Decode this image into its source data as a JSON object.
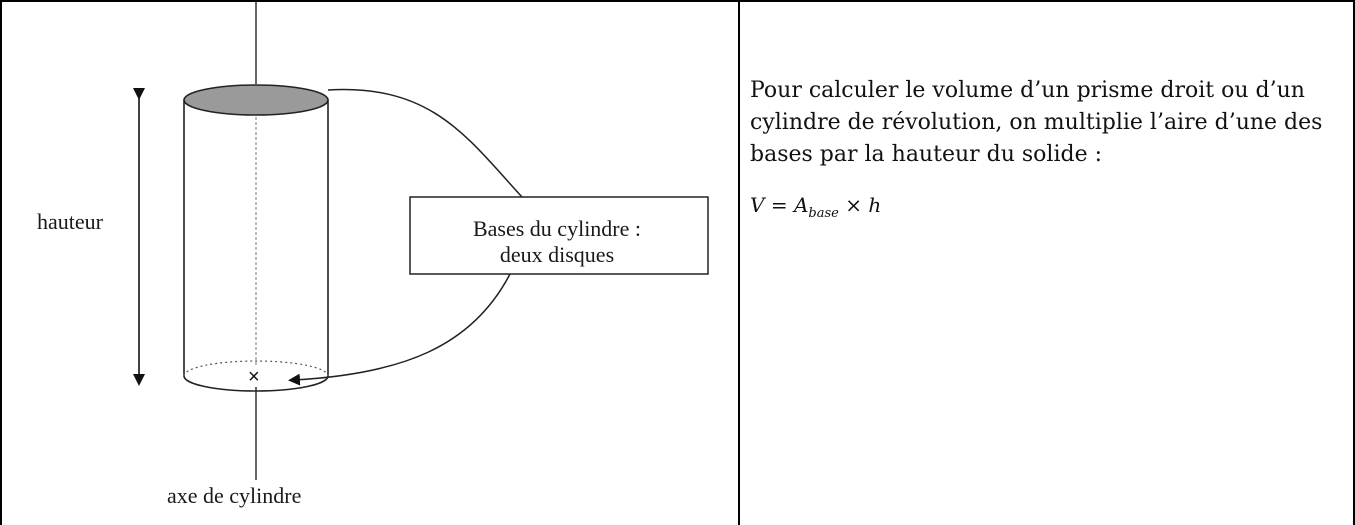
{
  "figure": {
    "label_height": "hauteur",
    "label_bases_line1": "Bases du cylindre :",
    "label_bases_line2": "deux disques",
    "label_axis": "axe de cylindre",
    "axis_marker": "×"
  },
  "text": {
    "paragraph": "Pour calculer le volume d’un prisme droit ou d’un cylindre de révolution, on multiplie l’aire d’une des bases par la hauteur du solide :",
    "formula_var": "V",
    "formula_eq": "=",
    "formula_a": "A",
    "formula_sub": "base",
    "formula_times": "×",
    "formula_h": "h"
  }
}
